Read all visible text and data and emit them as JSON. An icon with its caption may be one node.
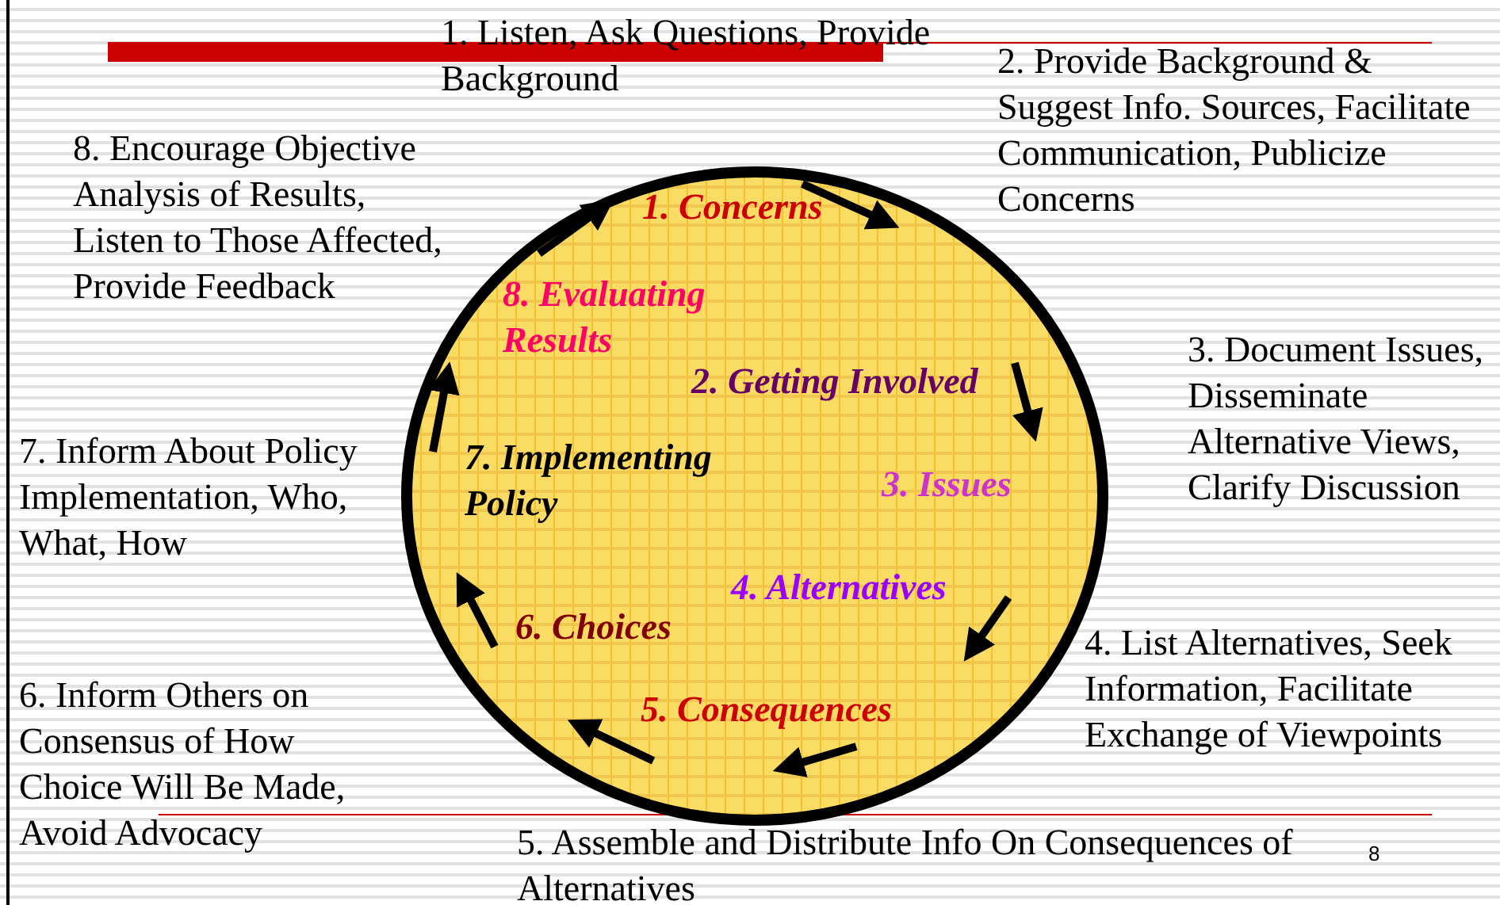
{
  "diagram": {
    "nodes": [
      {
        "text": [
          "1. Concerns",
          "8. Evaluating Results",
          "2. Getting Involved",
          "7. Implementing Policy",
          "3. Issues",
          "4. Alternatives",
          "6. Choices",
          "5. Consequences"
        ]
      }
    ],
    "labels": [
      "1. Listen, Ask Questions, Provide Background",
      "2. Provide Background & Suggest Info. Sources, Facilitate  Communication, Publicize Concerns",
      "8. Encourage Objective Analysis of Results, Listen to Those Affected, Provide Feedback",
      "3. Document Issues, Disseminate Alternative Views, Clarify Discussion",
      "7. Inform About Policy Implementation, Who, What, How",
      "4. List Alternatives, Seek Information, Facilitate Exchange of Viewpoints",
      "6. Inform Others on Consensus of How Choice Will Be Made, Avoid Advocacy",
      "5. Assemble and Distribute Info On Consequences of Alternatives",
      "8"
    ]
  }
}
